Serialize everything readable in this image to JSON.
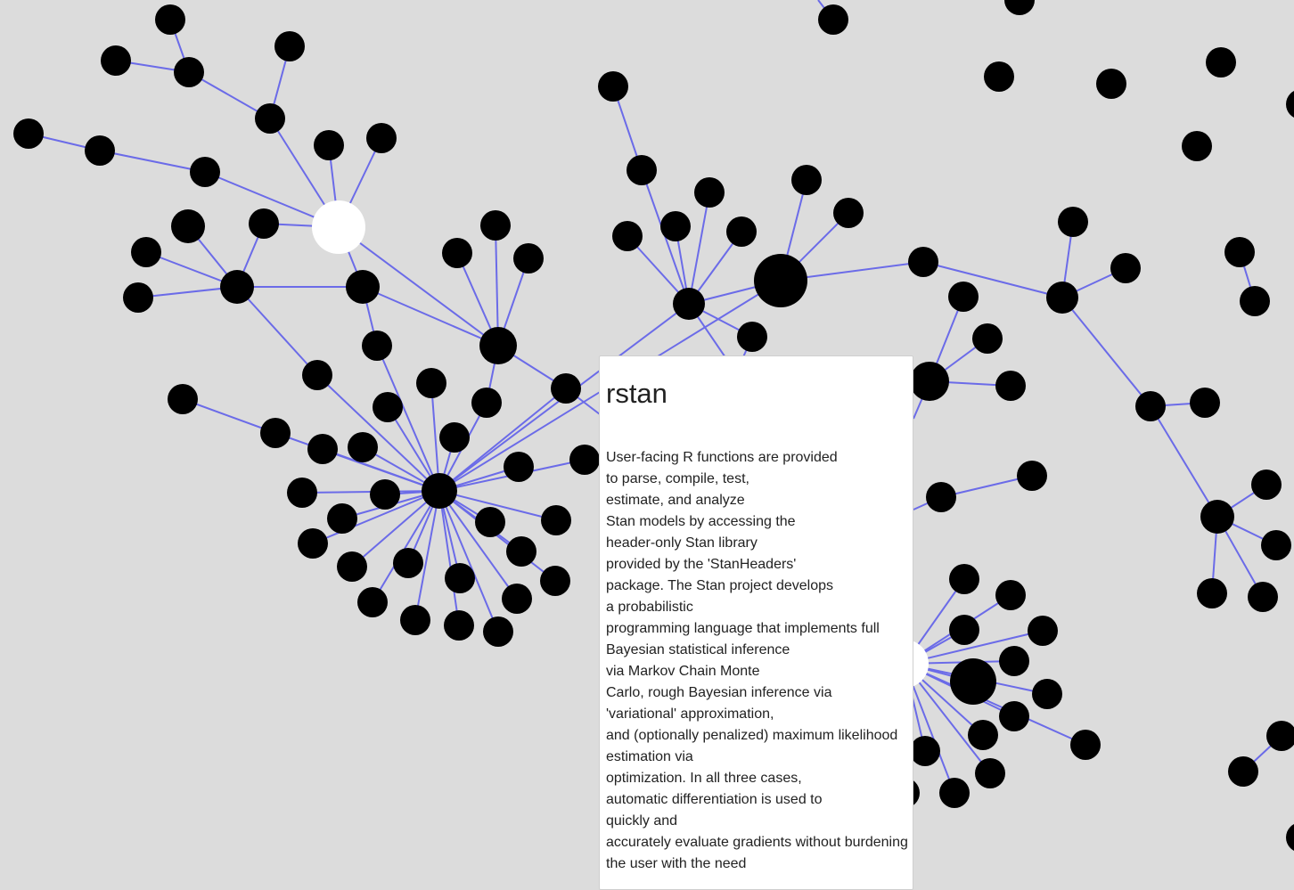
{
  "colors": {
    "background": "#dcdcdc",
    "edge": "#6b6be8",
    "node": "#000000",
    "node_highlight": "#ffffff",
    "tooltip_bg": "#ffffff"
  },
  "tooltip": {
    "title": "rstan",
    "lines": [
      "User-facing R functions are provided",
      "to parse, compile, test,",
      "estimate, and analyze",
      "Stan models by accessing the",
      "header-only Stan library",
      "provided by the 'StanHeaders'",
      "package. The Stan project develops",
      "a probabilistic",
      "programming language that implements full",
      "Bayesian statistical inference",
      "via Markov Chain Monte",
      "Carlo, rough Bayesian inference via",
      "'variational' approximation,",
      "and (optionally penalized) maximum likelihood",
      "estimation via",
      "optimization. In all three cases,",
      "automatic differentiation is used to",
      "quickly and",
      "accurately evaluate gradients without burdening",
      "the user with the need"
    ]
  }
}
